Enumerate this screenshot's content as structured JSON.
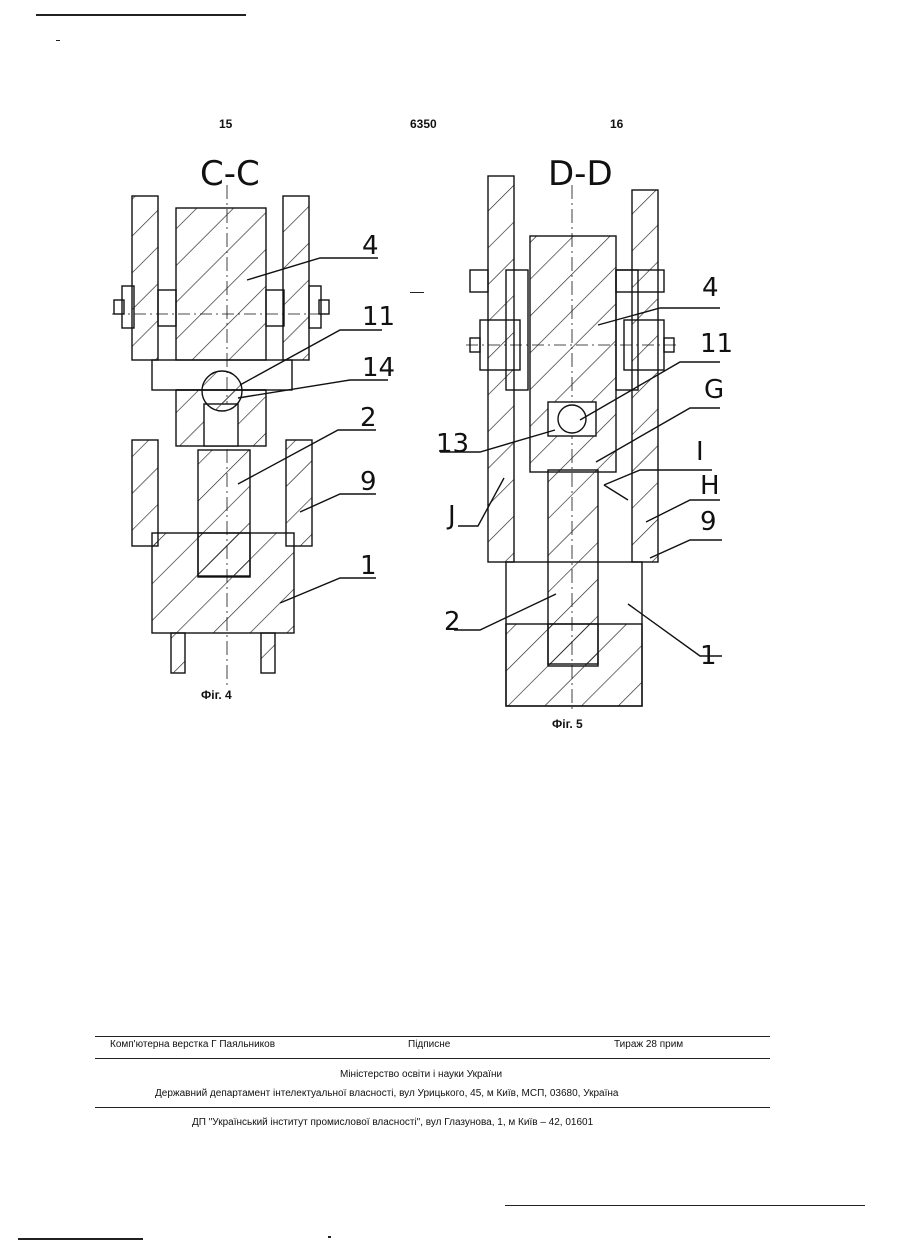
{
  "header": {
    "page_left": "15",
    "patent_number": "6350",
    "page_right": "16"
  },
  "figures": {
    "fig4": {
      "section_label": "C-C",
      "caption": "Фіг. 4",
      "callouts": [
        "4",
        "11",
        "14",
        "2",
        "9",
        "1"
      ]
    },
    "fig5": {
      "section_label": "D-D",
      "caption": "Фіг. 5",
      "callouts": [
        "4",
        "11",
        "G",
        "13",
        "I",
        "J",
        "H",
        "9",
        "2",
        "1"
      ]
    }
  },
  "footer": {
    "typesetter": "Комп'ютерна верстка Г Паяльников",
    "signed": "Підписне",
    "circulation": "Тираж 28 прим",
    "ministry": "Міністерство освіти і науки України",
    "department": "Державний департамент інтелектуальної власності, вул Урицького, 45, м Київ, МСП, 03680, Україна",
    "institute": "ДП \"Український інститут промислової власності\", вул Глазунова, 1, м Київ – 42, 01601"
  }
}
